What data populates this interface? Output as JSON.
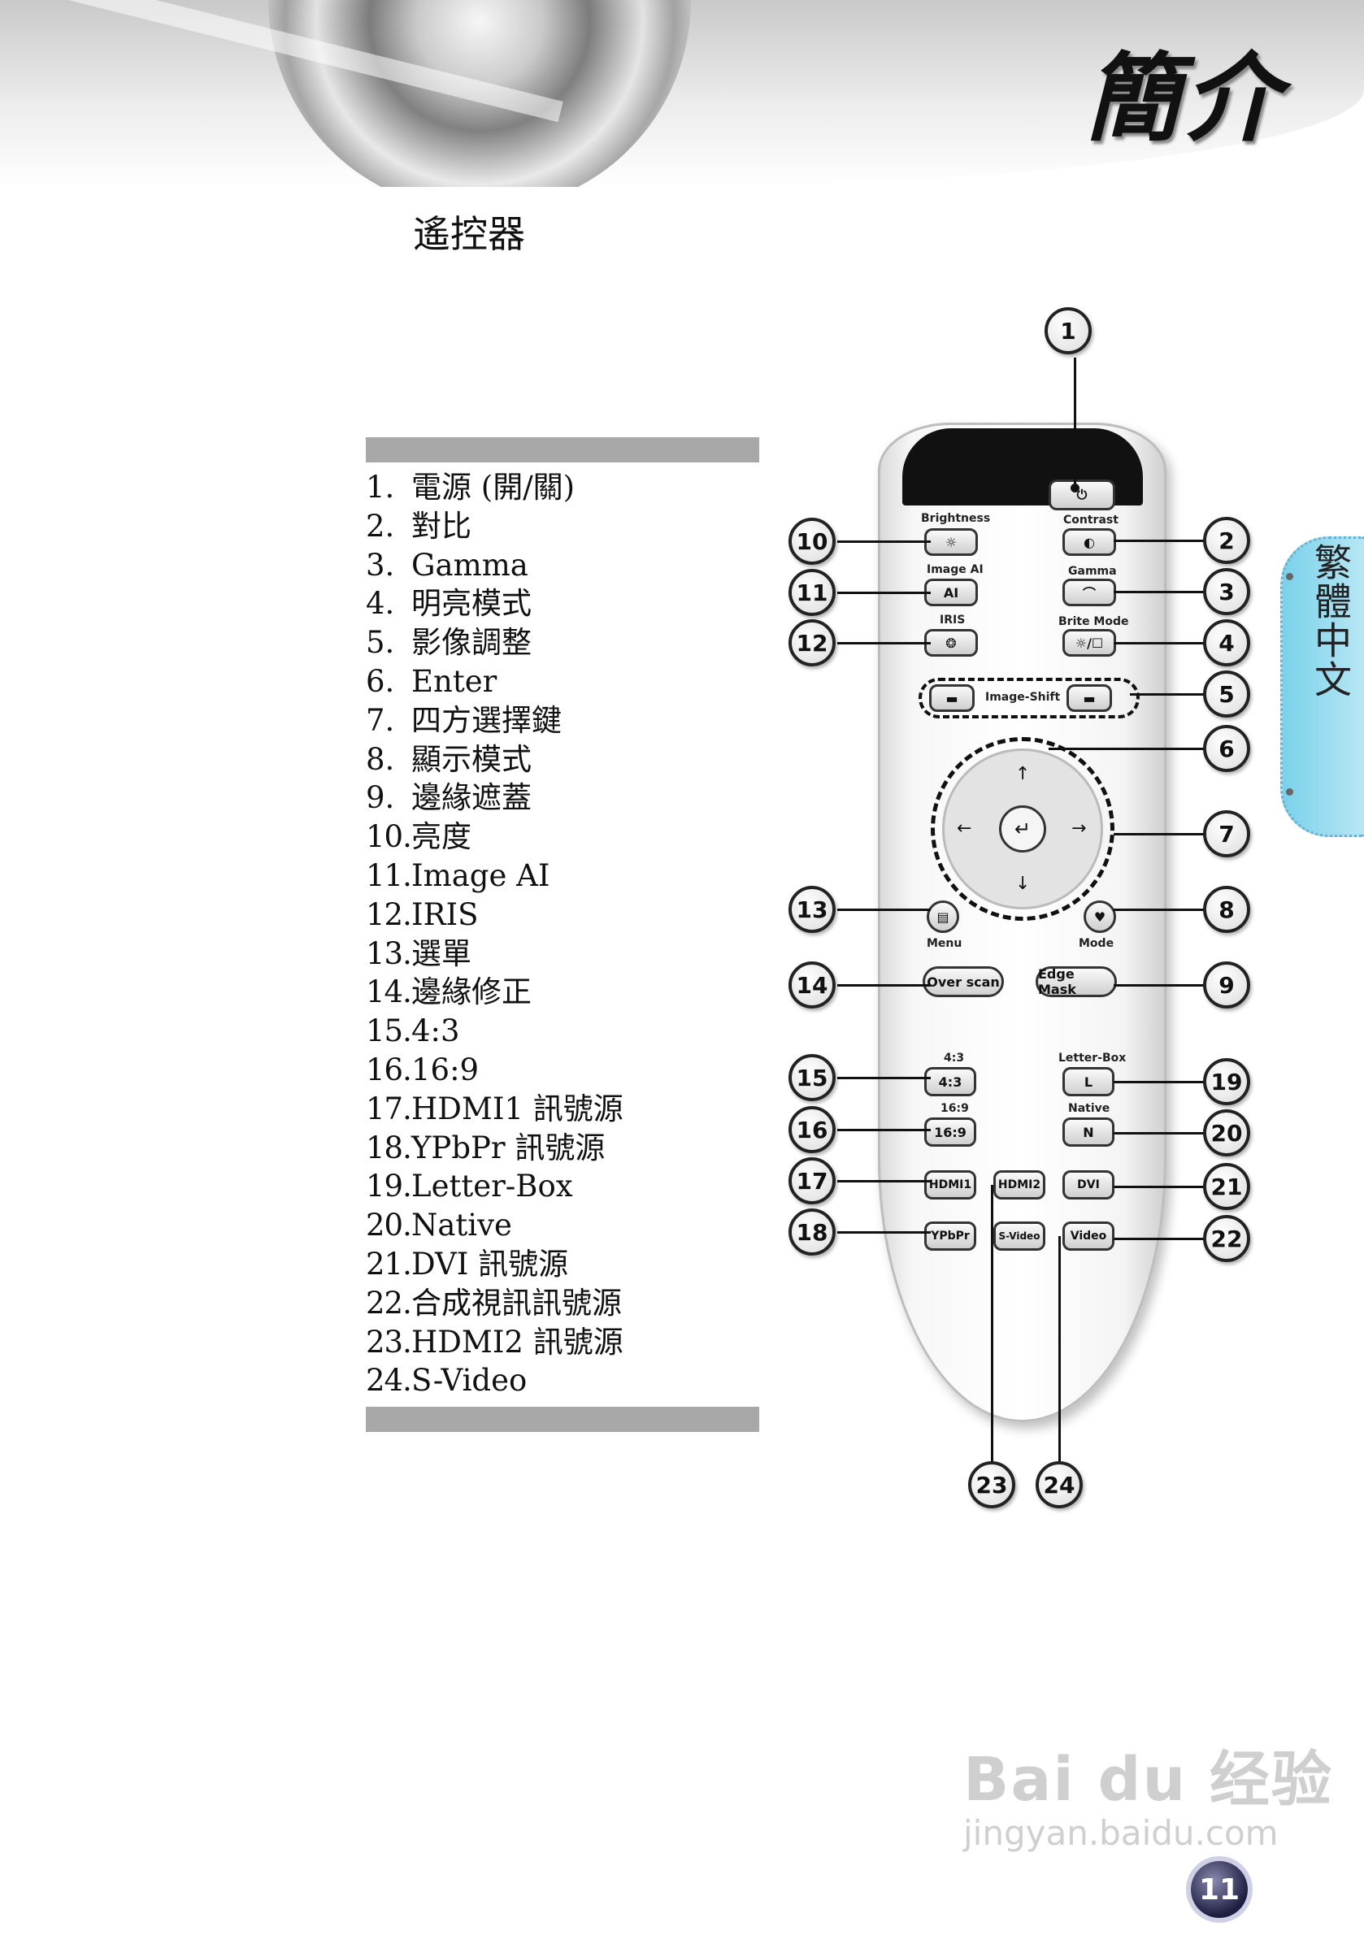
{
  "header": {
    "title": "簡介"
  },
  "section": {
    "heading": "遙控器"
  },
  "items": [
    {
      "num": "1.",
      "text": "電源 (開/關)"
    },
    {
      "num": "2.",
      "text": "對比"
    },
    {
      "num": "3.",
      "text": "Gamma"
    },
    {
      "num": "4.",
      "text": "明亮模式"
    },
    {
      "num": "5.",
      "text": "影像調整"
    },
    {
      "num": "6.",
      "text": "Enter"
    },
    {
      "num": "7.",
      "text": "四方選擇鍵"
    },
    {
      "num": "8.",
      "text": "顯示模式"
    },
    {
      "num": "9.",
      "text": "邊緣遮蓋"
    },
    {
      "num": "10.",
      "text": "亮度"
    },
    {
      "num": "11.",
      "text": "Image AI"
    },
    {
      "num": "12.",
      "text": "IRIS"
    },
    {
      "num": "13.",
      "text": "選單"
    },
    {
      "num": "14.",
      "text": "邊緣修正"
    },
    {
      "num": "15.",
      "text": "4:3"
    },
    {
      "num": "16.",
      "text": "16:9"
    },
    {
      "num": "17.",
      "text": "HDMI1 訊號源"
    },
    {
      "num": "18.",
      "text": "YPbPr 訊號源"
    },
    {
      "num": "19.",
      "text": "Letter-Box"
    },
    {
      "num": "20.",
      "text": "Native"
    },
    {
      "num": "21.",
      "text": "DVI 訊號源"
    },
    {
      "num": "22.",
      "text": "合成視訊訊號源"
    },
    {
      "num": "23.",
      "text": "HDMI2 訊號源"
    },
    {
      "num": "24.",
      "text": "S-Video"
    }
  ],
  "side_tab": {
    "label": "繁體中文"
  },
  "remote": {
    "labels": {
      "brightness": "Brightness",
      "contrast": "Contrast",
      "image_ai": "Image AI",
      "gamma": "Gamma",
      "iris": "IRIS",
      "brite_mode": "Brite Mode",
      "image_shift": "Image-Shift",
      "menu": "Menu",
      "mode": "Mode",
      "ratio_43": "4:3",
      "letter_box": "Letter-Box",
      "ratio_169": "16:9",
      "native": "Native"
    },
    "buttons": {
      "power": "⏻",
      "brightness": "☼",
      "contrast": "◐",
      "image_ai": "AI",
      "gamma": "⌒",
      "iris": "❂",
      "brite_mode": "☼/☐",
      "shift_left": "▬",
      "shift_right": "▬",
      "up": "↑",
      "down": "↓",
      "left": "←",
      "right": "→",
      "enter": "↵",
      "menu": "▤",
      "mode": "♥",
      "overscan": "Over scan",
      "edge_mask": "Edge Mask",
      "ratio_43": "4:3",
      "letter_box": "L",
      "ratio_169": "16:9",
      "native": "N",
      "hdmi1": "HDMI1",
      "hdmi2": "HDMI2",
      "dvi": "DVI",
      "ypbpr": "YPbPr",
      "svideo": "S-Video",
      "video": "Video"
    }
  },
  "callouts": [
    "1",
    "2",
    "3",
    "4",
    "5",
    "6",
    "7",
    "8",
    "9",
    "10",
    "11",
    "12",
    "13",
    "14",
    "15",
    "16",
    "17",
    "18",
    "19",
    "20",
    "21",
    "22",
    "23",
    "24"
  ],
  "watermark": {
    "logo": "Bai du 经验",
    "url": "jingyan.baidu.com"
  },
  "page": {
    "number": "11"
  }
}
